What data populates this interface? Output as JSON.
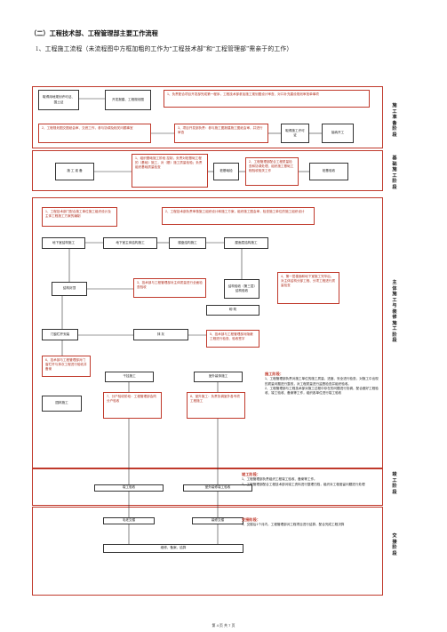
{
  "heading": "（二）工程技术部、工程管理部主要工作流程",
  "subheading": "1、工程施工流程（未流程图中方框加粗的工作为“工程技术部”和“工程管理部”需亲于的工作）",
  "phases": {
    "prep": "施工准备阶段",
    "foundation": "基础施工阶段",
    "main": "主体施工与装修施工阶段",
    "completion": "竣工阶段",
    "handover": "交接阶段"
  },
  "prep": {
    "land": "取得用地规划许可证、国土证",
    "plan": "开发报建、工程规划图",
    "n1": "1、负责配合项目开发部完成第一程序，工程技术部参加施工规划图设计审查、对口补充建设规划审批单事项",
    "n2": "2、工程规划图交图纸会审、交底工作，参与协调及相关问题事宜",
    "n3": "3、项目开发部负责：参与施工图报建施工图纸会审，并进行审查",
    "permit": "取得施工许可证",
    "start": "接纳开工"
  },
  "foundation": {
    "launch": "施 工 准 备",
    "n1": "1、组织基础施工阶段 控制，负责对桩基础工程的（基础）施工，对（基）施工质量检验；负责组织基础质量检查",
    "check": "桩基础检",
    "n2": "2、工程管理部配合工程质量检查和协调处理，组织施工基础工程验收相关工作",
    "acceptance": "桩基验收"
  },
  "main": {
    "n1": "1、工程技术部门配合施工单位施工组织设计及主体工程施工方案的编制",
    "n2": "2、工程技术部负责审核施工组织设计和施工方案，组织施工图会审，检查施工单位的施工组织设计",
    "f1": "地下室结构施工",
    "f2": "地下室主体结构施工",
    "f3": "楼盘结构施工",
    "f4": "屋面层结构施工",
    "structure": "结构封顶",
    "n3": "3、技术部与工程管理部对主体质量进行全面检查验收",
    "acceptance": "结构验收（第三层）结构验收",
    "n4": "4、第一层楼面和地下室施工完毕后，对主体结构分部工程、分项工程进行质量检查",
    "masonry": "砌 筑",
    "doors": "门窗栏杆安装",
    "plaster": "抹 灰",
    "n5": "5、技术部与工程管理部对隐蔽工程进行检查、验收签字",
    "n6": "6、技术部与工程管理部对门窗栏杆与抹灰工程进行验收并备案",
    "decoration": "干挂施工",
    "install": "室外装饰施工",
    "landscape": "园林施工",
    "n7": "7、分户验收阶段：工程管理部会同分户验收",
    "n8": "8、室外施工：负责协调室外各专项工程施工",
    "stage_title": "施工阶段：",
    "stage1": "1、工程管理部负责对施工单位的施工质量、进度、安全进行检查，对施工中出现的质量问题进行整改，对工程质量进行监督检查并组织验收。",
    "stage2": "2、工程管理部与工程技术部对施工过程中存在的问题进行协调，配合做好工程验收、竣工验收、备案等工作，组织各单位进行竣工验收"
  },
  "completion": {
    "final": "竣工验收",
    "property": "室外装修竣工验收",
    "title": "竣工阶段：",
    "c1": "1、工程管理部负责组织工程竣工验收、备案等工作。",
    "c2": "2、工程管理部配合工程技术部对竣工资料进行整理归档，组织对工程遗留问题进行处理"
  },
  "handover": {
    "h1": "毛坯交楼",
    "h2": "装修交楼",
    "warranty": "维修、备案、结算",
    "title": "交接阶段：",
    "t1": "1、交楼后1个月内，工程管理部对工程项目进行结算，配合完成工程决算"
  },
  "footer": "第 4 页 共 7 页"
}
